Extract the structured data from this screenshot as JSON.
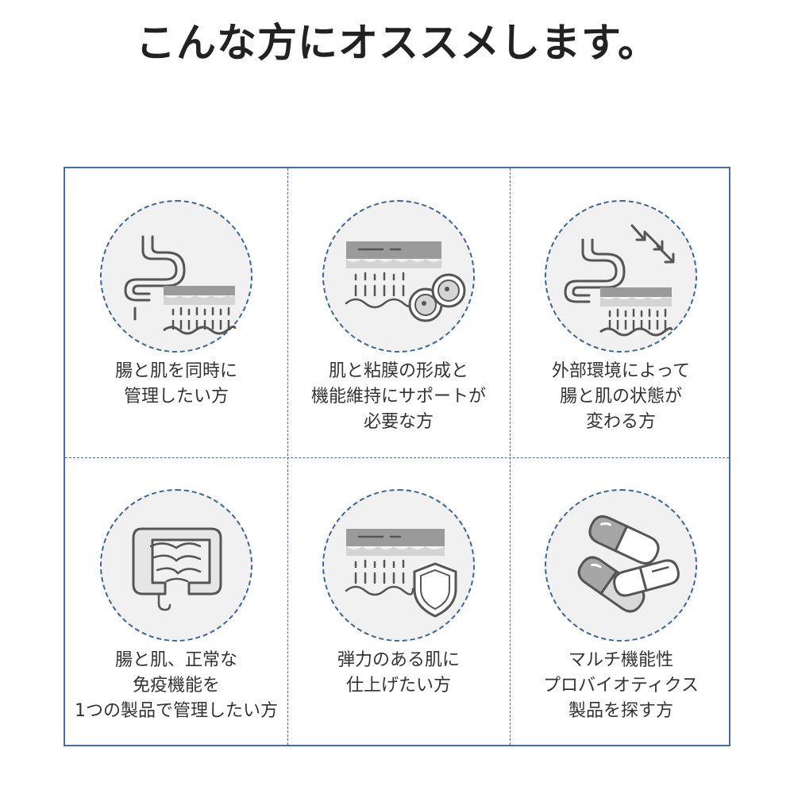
{
  "title": "こんな方にオススメします。",
  "colors": {
    "border": "#4a6e9c",
    "circle_bg": "#f1f1f1",
    "icon_stroke": "#555555",
    "title": "#222222",
    "text": "#333333"
  },
  "cards": [
    {
      "icon": "intestine-skin-icon",
      "lines": [
        "腸と肌を同時に",
        "管理したい方"
      ]
    },
    {
      "icon": "skin-mucosa-cell-icon",
      "lines": [
        "肌と粘膜の形成と",
        "機能維持にサポートが",
        "必要な方"
      ]
    },
    {
      "icon": "external-environment-icon",
      "lines": [
        "外部環境によって",
        "腸と肌の状態が",
        "変わる方"
      ]
    },
    {
      "icon": "large-intestine-icon",
      "lines": [
        "腸と肌、正常な",
        "免疫機能を",
        "1つの製品で管理したい方"
      ]
    },
    {
      "icon": "skin-shield-icon",
      "lines": [
        "弾力のある肌に",
        "仕上げたい方"
      ]
    },
    {
      "icon": "capsules-icon",
      "lines": [
        "マルチ機能性",
        "プロバイオティクス",
        "製品を探す方"
      ]
    }
  ]
}
